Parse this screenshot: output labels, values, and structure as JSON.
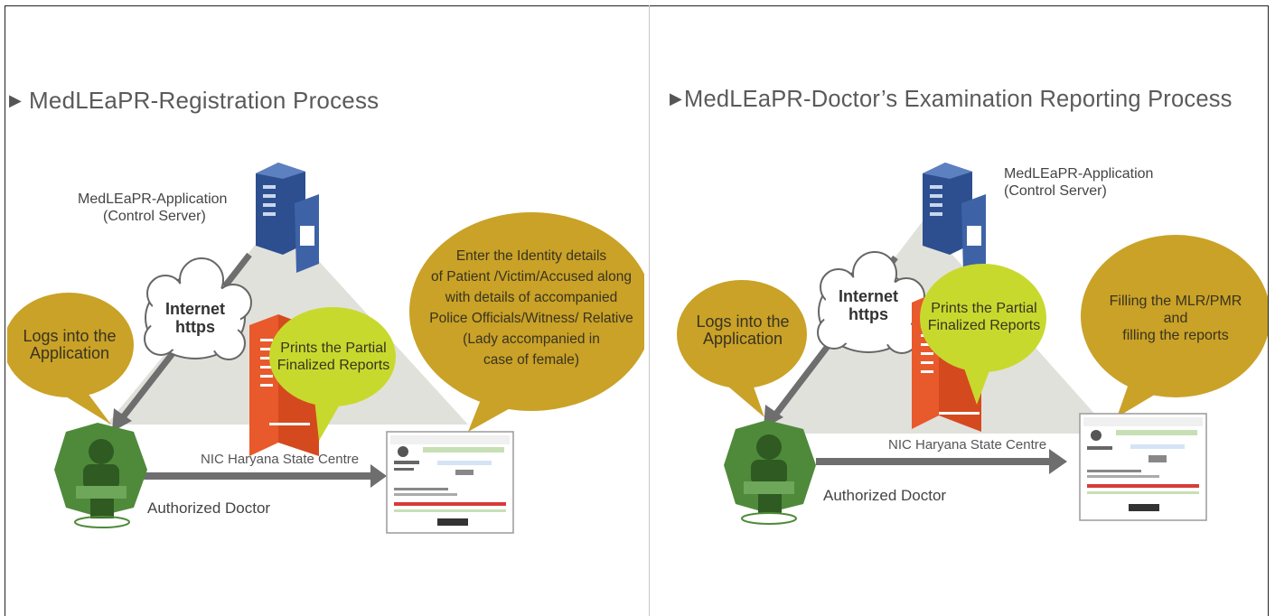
{
  "colors": {
    "accent_gold": "#c9a227",
    "accent_lime": "#c8d92e",
    "server_blue": "#2d4f8f",
    "printer_orange": "#e8592b",
    "doctor_green": "#4f8a3a",
    "arrow_gray": "#6e6e6e",
    "triangle_gray": "#e1e1dc"
  },
  "left_panel": {
    "title": "MedLEaPR-Registration Process",
    "server_label_line1": "MedLEaPR-Application",
    "server_label_line2": "(Control Server)",
    "cloud_line1": "Internet",
    "cloud_line2": "https",
    "login_bubble_line1": "Logs into the",
    "login_bubble_line2": "Application",
    "print_bubble_line1": "Prints the Partial",
    "print_bubble_line2": "Finalized Reports",
    "details_bubble_lines": [
      "Enter the Identity details",
      "of Patient /Victim/Accused along",
      "with details of accompanied",
      "Police Officials/Witness/ Relative",
      "(Lady accompanied in",
      "case of female)"
    ],
    "nic_label": "NIC Haryana State Centre",
    "doctor_label": "Authorized Doctor",
    "icons": [
      "server-icon",
      "cloud-icon",
      "printer-icon",
      "doctor-icon",
      "screenshot-icon"
    ]
  },
  "right_panel": {
    "title": "MedLEaPR-Doctor’s Examination Reporting Process",
    "server_label_line1": "MedLEaPR-Application",
    "server_label_line2": "(Control Server)",
    "cloud_line1": "Internet",
    "cloud_line2": "https",
    "login_bubble_line1": "Logs into the",
    "login_bubble_line2": "Application",
    "print_bubble_line1": "Prints the Partial",
    "print_bubble_line2": "Finalized Reports",
    "filling_bubble_line1": "Filling the MLR/PMR",
    "filling_bubble_line2": "and",
    "filling_bubble_line3": "filling the reports",
    "nic_label": "NIC Haryana State Centre",
    "doctor_label": "Authorized Doctor",
    "icons": [
      "server-icon",
      "cloud-icon",
      "printer-icon",
      "doctor-icon",
      "screenshot-icon"
    ]
  }
}
